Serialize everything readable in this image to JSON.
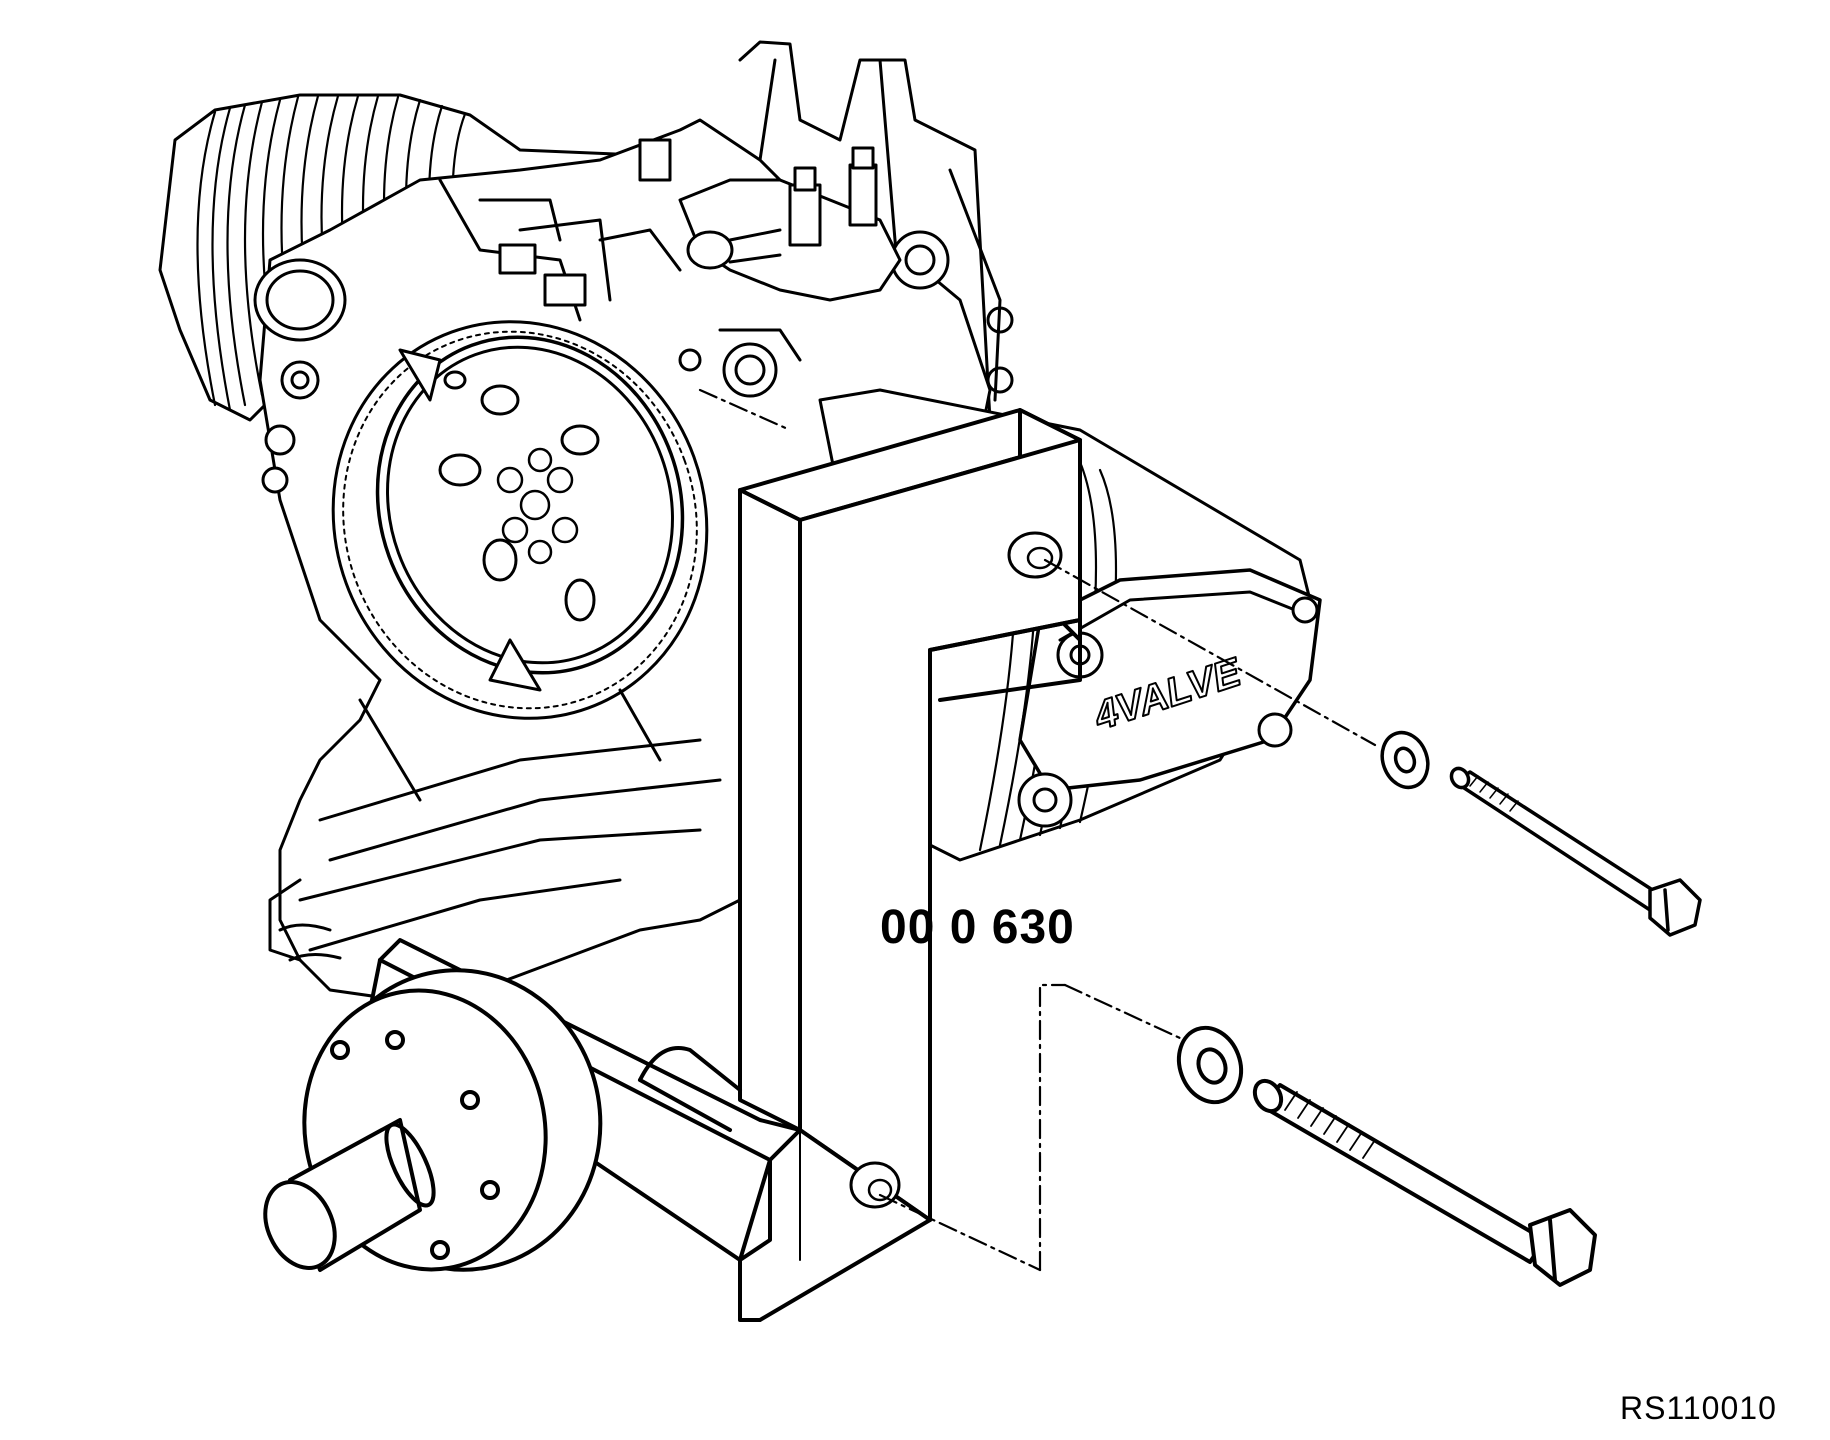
{
  "diagram": {
    "part_number": "00 0 630",
    "figure_id": "RS110010",
    "valve_cover_marking": "4VALVE",
    "line_color": "#000000",
    "fill_color": "#ffffff",
    "components": [
      "engine-block",
      "flywheel",
      "left-cylinder-head",
      "right-cylinder-head",
      "valve-cover",
      "holding-fixture",
      "mounting-flange",
      "upper-washer",
      "upper-bolt",
      "lower-washer",
      "lower-bolt"
    ]
  }
}
